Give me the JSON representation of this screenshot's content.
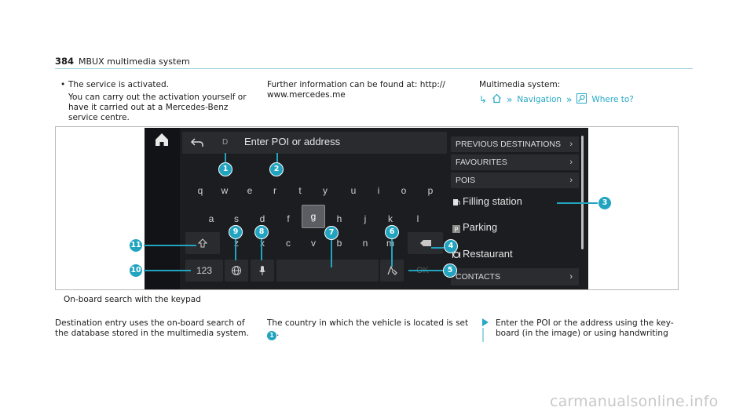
{
  "header": {
    "page_number": "384",
    "title": "MBUX multimedia system"
  },
  "col1": {
    "bullet": "The service is activated.",
    "para_lines": [
      "You can carry out the activation yourself or",
      "have it carried out at a Mercedes-Benz",
      "service centre."
    ]
  },
  "col2": {
    "lines": [
      "Further information can be found at: http://",
      "www.mercedes.me"
    ]
  },
  "col3": {
    "label": "Multimedia system:",
    "path": {
      "home_icon": "home-icon",
      "item1": "Navigation",
      "item2": "Where to?",
      "search_icon": "search-icon"
    }
  },
  "screen": {
    "input_prefix": "D",
    "input_placeholder": "Enter POI or address",
    "keys_row1": [
      "q",
      "w",
      "e",
      "r",
      "t",
      "y",
      "u",
      "i",
      "o",
      "p"
    ],
    "keys_row2": [
      "a",
      "s",
      "d",
      "f",
      "g",
      "h",
      "j",
      "k",
      "l"
    ],
    "keys_row3": [
      "z",
      "x",
      "c",
      "v",
      "b",
      "n",
      "m"
    ],
    "key_numbers": "123",
    "key_ok": "OK",
    "selected_key": "g",
    "side_menu": [
      {
        "label": "PREVIOUS DESTINATIONS"
      },
      {
        "label": "FAVOURITES"
      },
      {
        "label": "POIS"
      }
    ],
    "pois": [
      "Filling station",
      "Parking",
      "Restaurant"
    ],
    "contacts": "CONTACTS"
  },
  "callouts": [
    "1",
    "2",
    "3",
    "4",
    "5",
    "6",
    "7",
    "8",
    "9",
    "10",
    "11"
  ],
  "caption": "On-board search with the keypad",
  "bottom": {
    "col1": [
      "Destination entry uses the on-board search of",
      "the database stored in the multimedia system."
    ],
    "col2_line1": "The country in which the vehicle is located is set",
    "col2_badge": "1",
    "col2_end": ".",
    "col3": [
      "Enter the POI or the address using the key-",
      "board (in the image) or using handwriting"
    ]
  },
  "watermark": "carmanualsonline.info",
  "colors": {
    "accent": "#22a4c0",
    "screen_bg": "#1c1d20"
  }
}
